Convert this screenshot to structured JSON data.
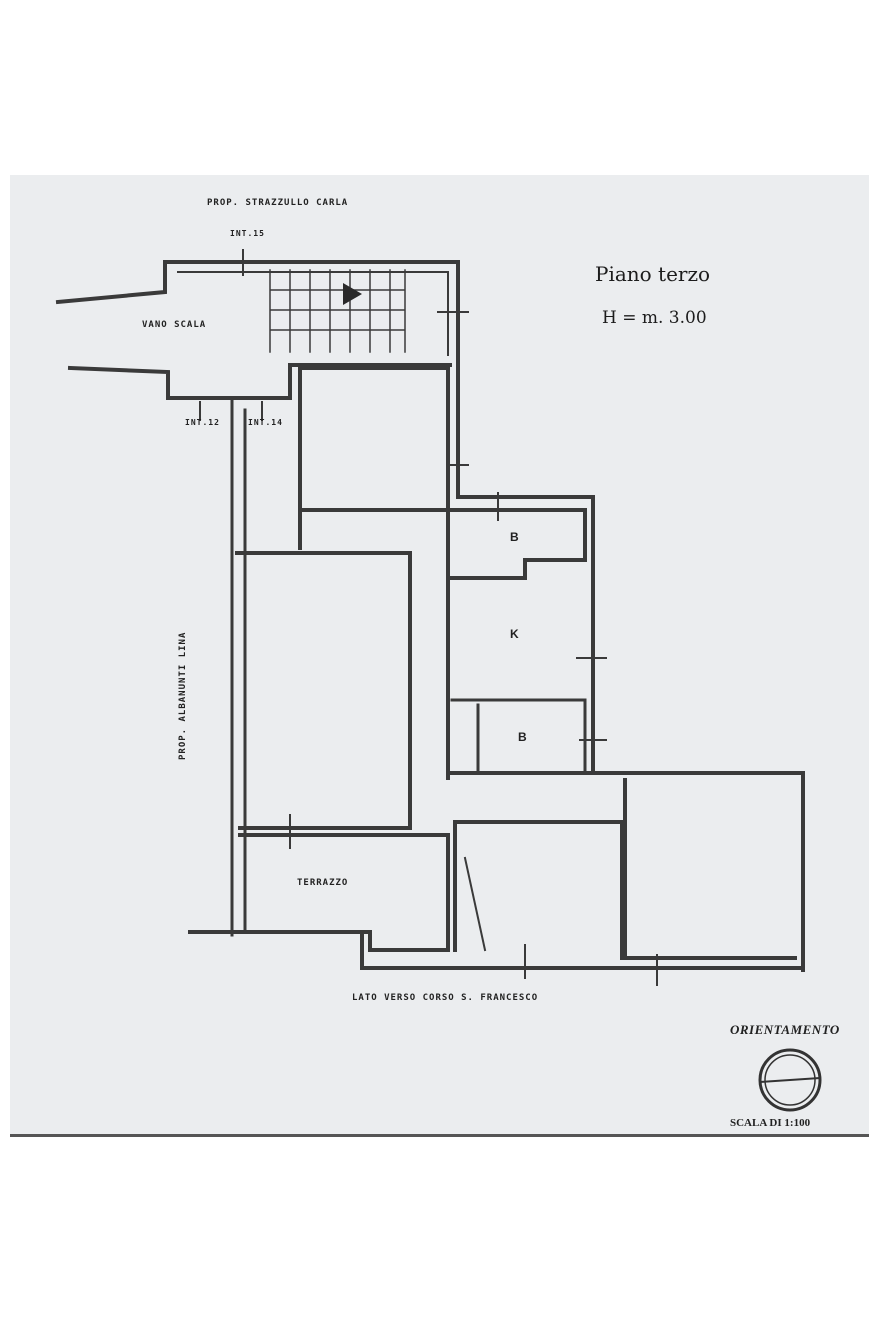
{
  "title": "Piano terzo",
  "height_note": "H = m. 3.00",
  "neighbors": {
    "north": "PROP. STRAZZULLO CARLA",
    "west": "PROP. ALBANUNTI LINA",
    "south": "LATO VERSO CORSO S. FRANCESCO"
  },
  "labels": {
    "stair": "VANO SCALA",
    "terrace": "TERRAZZO",
    "bath_upper": "B",
    "kitchen": "K",
    "bath_lower": "B",
    "int_15": "INT.15",
    "int_12": "INT.12",
    "int_14": "INT.14"
  },
  "orientation_label": "ORIENTAMENTO",
  "scale_label": "SCALA DI 1:100",
  "colors": {
    "paper": "#ebedef",
    "ink": "#3a3a3a"
  }
}
